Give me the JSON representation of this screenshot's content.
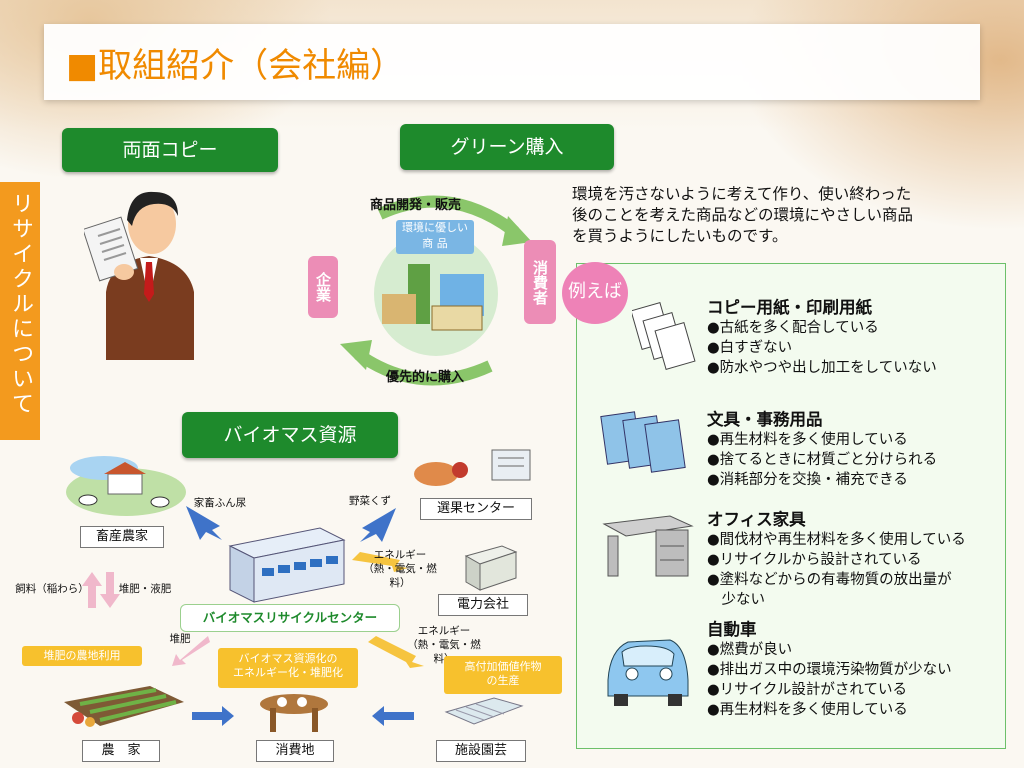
{
  "title": "■取組紹介（会社編）",
  "side_tab": "リサイクルについて",
  "labels": {
    "double_copy": "両面コピー",
    "green_purchase": "グリーン購入",
    "biomass": "バイオマス資源"
  },
  "green_cycle": {
    "top": "商品開発・販売",
    "bottom": "優先的に購入",
    "left": "企業",
    "right": "消費者",
    "center": "環境に優しい\n商 品"
  },
  "description": "環境を汚さないように考えて作り、使い終わった\n後のことを考えた商品などの環境にやさしい商品\nを買うようにしたいものです。",
  "example_badge": "例えば",
  "categories": [
    {
      "title": "コピー用紙・印刷用紙",
      "items": [
        "●古紙を多く配合している",
        "●白すぎない",
        "●防水やつや出し加工をしていない"
      ]
    },
    {
      "title": "文具・事務用品",
      "items": [
        "●再生材料を多く使用している",
        "●捨てるときに材質ごと分けられる",
        "●消耗部分を交換・補充できる"
      ]
    },
    {
      "title": "オフィス家具",
      "items": [
        "●間伐材や再生材料を多く使用している",
        "●リサイクルから設計されている",
        "●塗料などからの有毒物質の放出量が\n　少ない"
      ]
    },
    {
      "title": "自動車",
      "items": [
        "●燃費が良い",
        "●排出ガス中の環境汚染物質が少ない",
        "●リサイクル設計がされている",
        "●再生材料を多く使用している"
      ]
    }
  ],
  "biomass_diagram": {
    "livestock": "畜産農家",
    "sorting": "選果センター",
    "power": "電力会社",
    "center": "バイオマスリサイクルセンター",
    "farmer": "農　家",
    "consumer": "消費地",
    "greenhouse": "施設園芸",
    "manure": "家畜ふん尿",
    "vegwaste": "野菜くず",
    "energy1": "エネルギー\n（熱・電気・燃料）",
    "energy2": "エネルギー\n（熱・電気・燃料）",
    "feed": "飼料（稲わら）",
    "compost_liquid": "堆肥・液肥",
    "compost": "堆肥",
    "box_farm_use": "堆肥の農地利用",
    "box_biomass": "バイオマス資源化の\nエネルギー化・堆肥化",
    "box_high_value": "高付加価値作物\nの生産"
  },
  "colors": {
    "accent": "#f08a00",
    "green": "#1e8a2c",
    "badge": "#ee82b7"
  }
}
